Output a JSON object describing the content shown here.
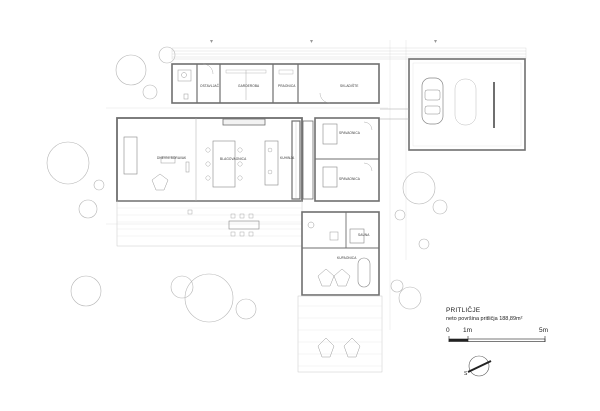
{
  "legend": {
    "title": "PRITLIČJE",
    "subtitle": "neto površina pritličja 188,89m²"
  },
  "scale": {
    "label_zero": "0",
    "label_one": "1m",
    "label_five": "5m"
  },
  "north_arrow_label": "S",
  "rooms": {
    "entrance": "OSTAVLJAČ",
    "wardrobe": "GARDEROBA",
    "laundry": "PRAONICA",
    "storage": "SKLADIŠTE",
    "living": "DNEVNI BORAVAK",
    "dining": "BLAGOVAONICA",
    "kitchen": "KUHINJA",
    "bedroom_one": "SPAVAONICA",
    "bedroom_two": "SPAVAONICA",
    "sauna": "SAUNA",
    "bathroom": "KUPAONICA"
  },
  "colors": {
    "wall": "#6f6f6f",
    "line": "#9a9a9a",
    "faint": "#c8c8c8"
  }
}
